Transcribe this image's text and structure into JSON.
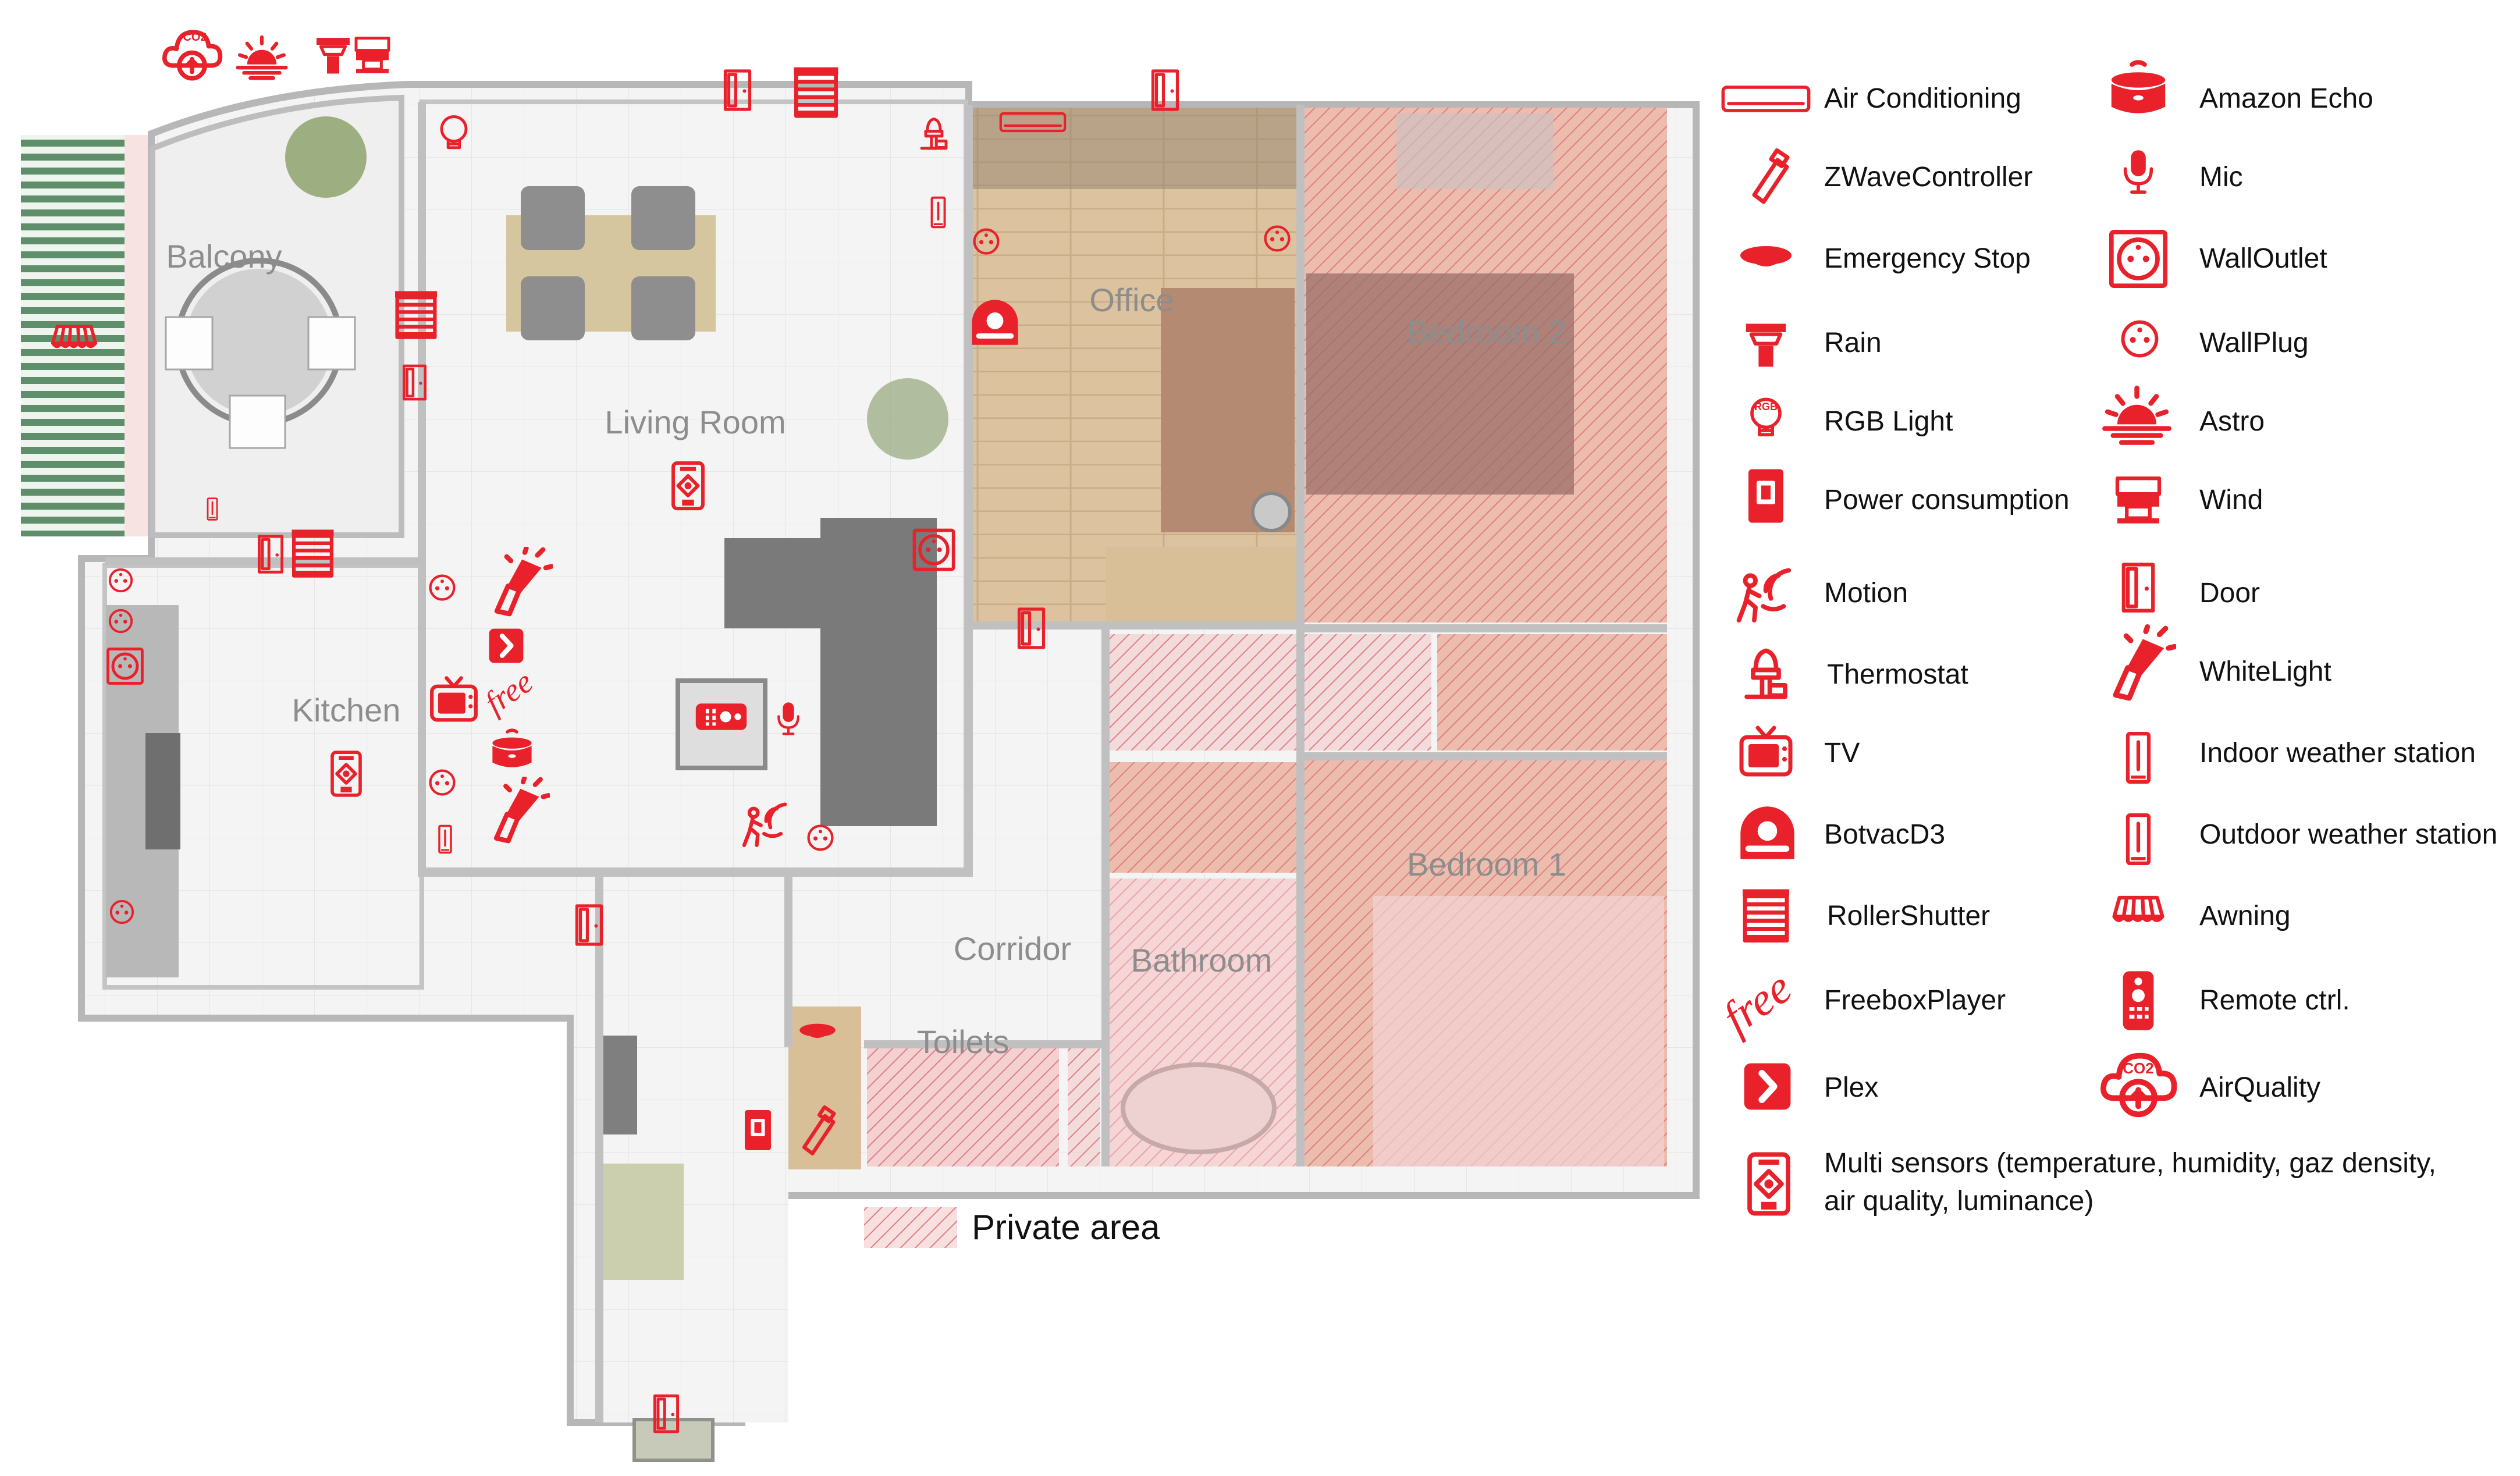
{
  "rooms": {
    "balcony": "Balcony",
    "living_room": "Living Room",
    "office": "Office",
    "bedroom_2": "Bedroom 2",
    "kitchen": "Kitchen",
    "corridor": "Corridor",
    "bathroom": "Bathroom",
    "toilets": "Toilets",
    "bedroom_1": "Bedroom 1"
  },
  "private_area_label": "Private area",
  "legend": {
    "left": [
      {
        "icon": "air-conditioning-icon",
        "label": "Air Conditioning"
      },
      {
        "icon": "zwave-controller-icon",
        "label": "ZWaveController"
      },
      {
        "icon": "emergency-stop-icon",
        "label": "Emergency Stop"
      },
      {
        "icon": "rain-icon",
        "label": "Rain"
      },
      {
        "icon": "rgb-light-icon",
        "label": "RGB Light"
      },
      {
        "icon": "power-consumption-icon",
        "label": "Power consumption"
      },
      {
        "icon": "motion-icon",
        "label": "Motion"
      },
      {
        "icon": "thermostat-icon",
        "label": "Thermostat"
      },
      {
        "icon": "tv-icon",
        "label": "TV"
      },
      {
        "icon": "botvac-icon",
        "label": "BotvacD3"
      },
      {
        "icon": "roller-shutter-icon",
        "label": "RollerShutter"
      },
      {
        "icon": "freebox-player-icon",
        "label": "FreeboxPlayer"
      },
      {
        "icon": "plex-icon",
        "label": "Plex"
      }
    ],
    "right": [
      {
        "icon": "amazon-echo-icon",
        "label": "Amazon Echo"
      },
      {
        "icon": "mic-icon",
        "label": "Mic"
      },
      {
        "icon": "wall-outlet-icon",
        "label": "WallOutlet"
      },
      {
        "icon": "wall-plug-icon",
        "label": "WallPlug"
      },
      {
        "icon": "astro-icon",
        "label": "Astro"
      },
      {
        "icon": "wind-icon",
        "label": "Wind"
      },
      {
        "icon": "door-icon",
        "label": "Door"
      },
      {
        "icon": "white-light-icon",
        "label": "WhiteLight"
      },
      {
        "icon": "indoor-weather-station-icon",
        "label": "Indoor weather station"
      },
      {
        "icon": "outdoor-weather-station-icon",
        "label": "Outdoor weather station"
      },
      {
        "icon": "awning-icon",
        "label": "Awning"
      },
      {
        "icon": "remote-ctrl-icon",
        "label": "Remote ctrl."
      },
      {
        "icon": "air-quality-icon",
        "label": "AirQuality"
      }
    ],
    "multi_sensor": {
      "icon": "multi-sensor-icon",
      "line1": "Multi sensors (temperature, humidity, gaz density,",
      "line2": "air quality, luminance)"
    }
  },
  "colors": {
    "accent": "#e8212a",
    "private_hatch": "#e9a0a6",
    "wood": "#d9bf97",
    "floor": "#f3f3f3",
    "wall": "#b3b3b3"
  },
  "icon_badges": {
    "co2": "CO2",
    "rgb": "RGB",
    "free": "free"
  }
}
